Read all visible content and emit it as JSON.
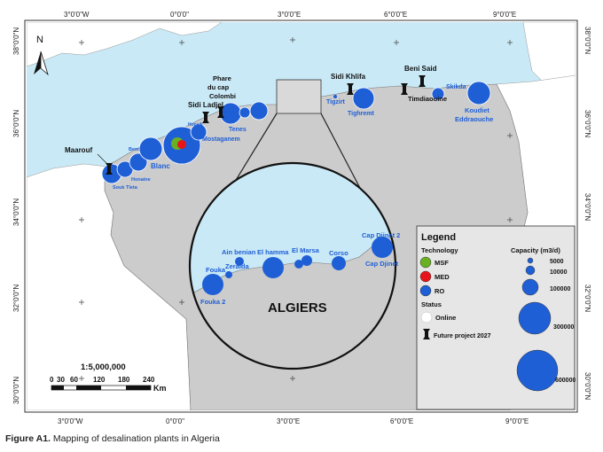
{
  "figure_caption": {
    "label": "Figure A1.",
    "text": "Mapping of desalination plants in Algeria"
  },
  "colors": {
    "sea": "#c9e9f6",
    "land": "#cccccc",
    "foreign_land": "#ffffff",
    "plant_blue": "#1f5fd6",
    "label_blue": "#1f5fd6",
    "msf_green": "#6ab023",
    "med_red": "#e8141b",
    "legend_bg": "#e6e6e6",
    "inset_box": "#d9d9d9"
  },
  "axes": {
    "top_lon": [
      "3°0'0\"W",
      "0°0'0\"",
      "3°0'0\"E",
      "6°0'0\"E",
      "9°0'0\"E"
    ],
    "bottom_lon": [
      "3°0'0\"W",
      "0°0'0\"",
      "3°0'0\"E",
      "6°0'0\"E",
      "9°0'0\"E"
    ],
    "left_lat": [
      "38°0'0\"N",
      "36°0'0\"N",
      "34°0'0\"N",
      "32°0'0\"N",
      "30°0'0\"N"
    ],
    "right_lat": [
      "38°0'0\"N",
      "36°0'0\"N",
      "34°0'0\"N",
      "32°0'0\"N",
      "30°0'0\"N"
    ]
  },
  "north_arrow": {
    "label": "N"
  },
  "scale_bar": {
    "title": "1:5,000,000",
    "ticks": [
      "0",
      "30",
      "60",
      "120",
      "180",
      "240"
    ],
    "unit": "Km"
  },
  "inset": {
    "title": "ALGIERS",
    "plants": [
      {
        "name": "Ain benian",
        "tech": "RO"
      },
      {
        "name": "Zeralda",
        "tech": "RO"
      },
      {
        "name": "Fouka",
        "tech": "RO"
      },
      {
        "name": "Fouka 2",
        "tech": "RO"
      },
      {
        "name": "El hamma",
        "tech": "RO"
      },
      {
        "name": "El Marsa",
        "tech": "RO"
      },
      {
        "name": "Corso",
        "tech": "RO"
      },
      {
        "name": "Cap Djinet 2",
        "tech": "RO"
      },
      {
        "name": "Cap Djinet",
        "tech": "RO"
      }
    ]
  },
  "map_labels": {
    "future_sites": [
      "Maarouf",
      "Sidi Ladjel",
      "Phare du cap Colombi",
      "Sidi Khlifa",
      "Beni Said"
    ],
    "plant_names": [
      "Mostaganem",
      "Tenes",
      "Honaine",
      "Souk Tleta",
      "Beni",
      "Tigzirt",
      "Tighremt",
      "Skikda",
      "Koudiet Eddraouche",
      "Timdiaouine",
      "Blanc"
    ]
  },
  "legend": {
    "title": "Legend",
    "technology_title": "Technology",
    "technologies": [
      {
        "label": "MSF",
        "color": "#6ab023"
      },
      {
        "label": "MED",
        "color": "#e8141b"
      },
      {
        "label": "RO",
        "color": "#1f5fd6"
      }
    ],
    "status_title": "Status",
    "statuses": [
      {
        "label": "Online"
      },
      {
        "label": "Future project 2027"
      }
    ],
    "capacity_title": "Capacity (m3/d)",
    "capacities": [
      {
        "value": "5000"
      },
      {
        "value": "10000"
      },
      {
        "value": "100000"
      },
      {
        "value": "300000"
      },
      {
        "value": "600000"
      }
    ]
  }
}
